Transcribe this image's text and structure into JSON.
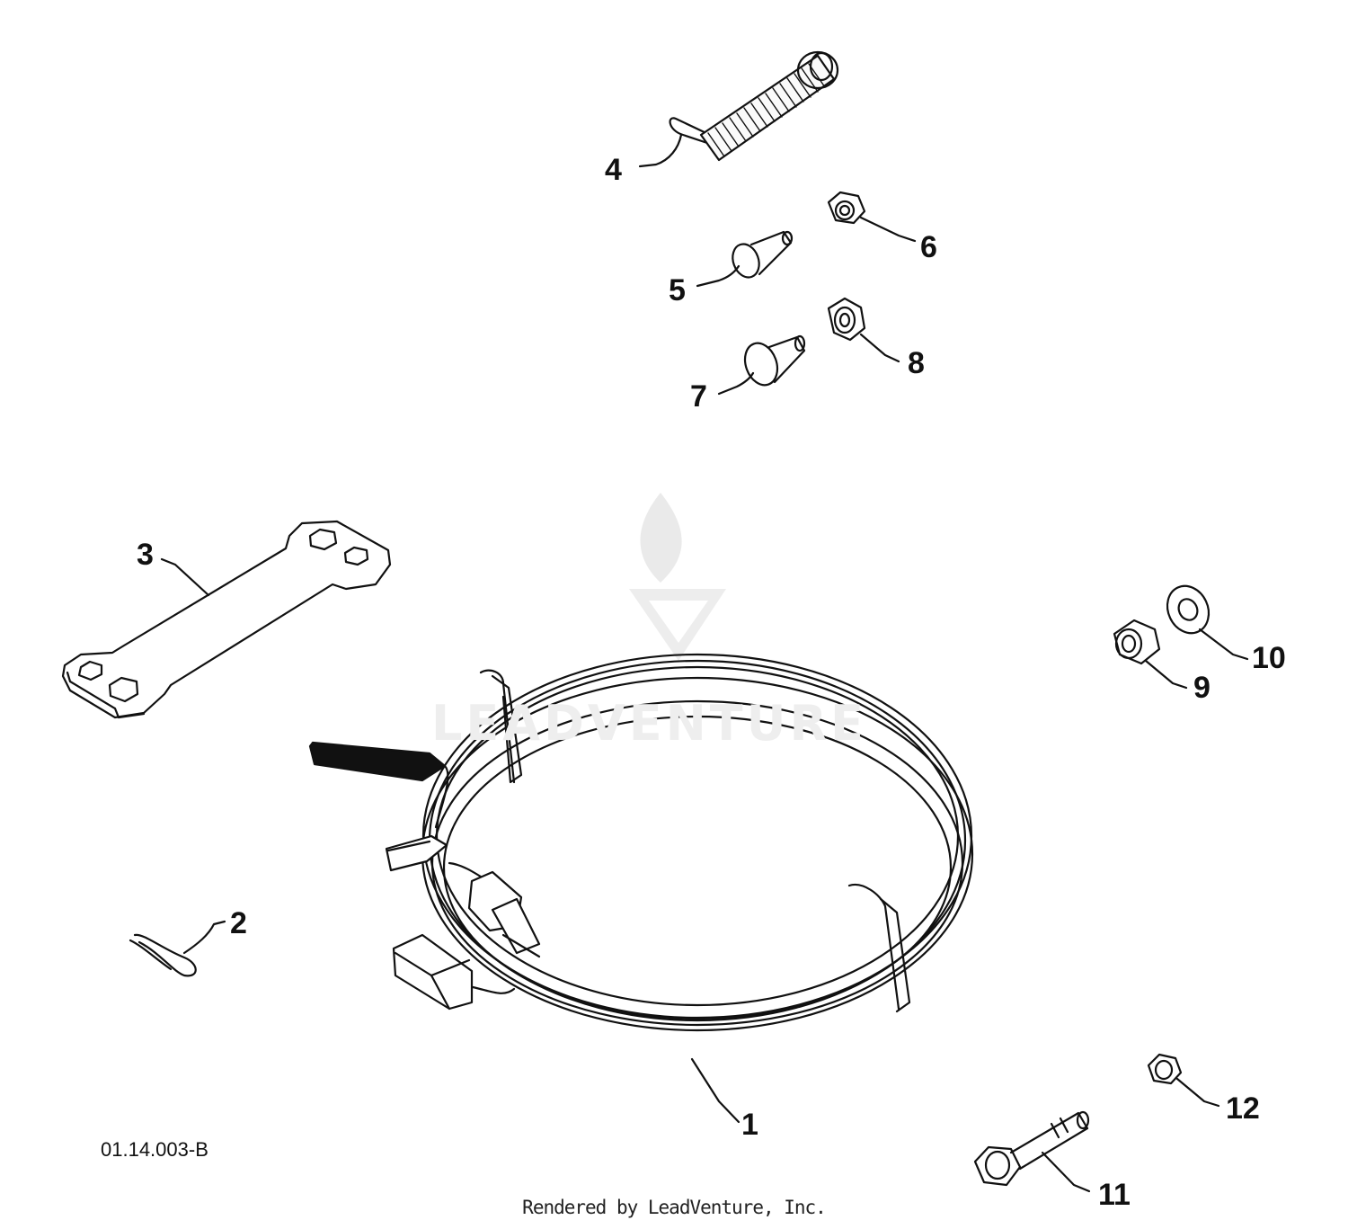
{
  "diagram": {
    "callouts": [
      {
        "id": "c1",
        "label": "1"
      },
      {
        "id": "c2",
        "label": "2"
      },
      {
        "id": "c3",
        "label": "3"
      },
      {
        "id": "c4",
        "label": "4"
      },
      {
        "id": "c5",
        "label": "5"
      },
      {
        "id": "c6",
        "label": "6"
      },
      {
        "id": "c7",
        "label": "7"
      },
      {
        "id": "c8",
        "label": "8"
      },
      {
        "id": "c9",
        "label": "9"
      },
      {
        "id": "c10",
        "label": "10"
      },
      {
        "id": "c11",
        "label": "11"
      },
      {
        "id": "c12",
        "label": "12"
      }
    ],
    "reference_code": "01.14.003-B",
    "credit": "Rendered by LeadVenture, Inc.",
    "watermark": "LEADVENTURE"
  },
  "colors": {
    "line": "#111111",
    "watermark": "#e6e6e6"
  }
}
